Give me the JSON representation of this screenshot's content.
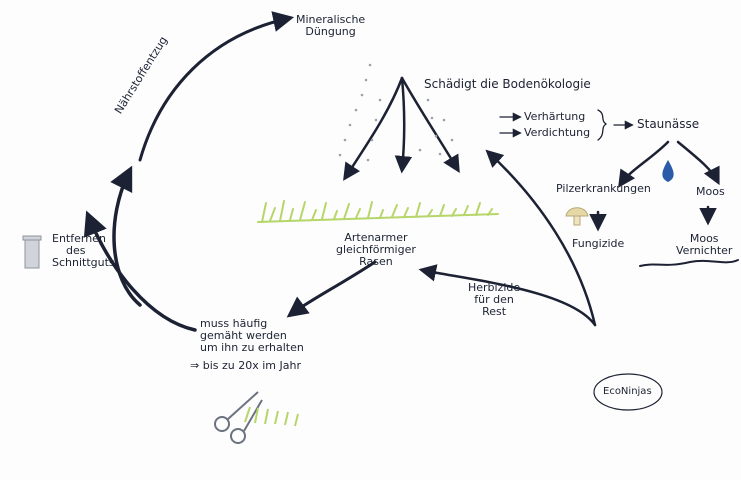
{
  "nodes": {
    "fertilizer": [
      "Mineralische",
      "Düngung"
    ],
    "soil_damage": "Schädigt die Bodenökologie",
    "hardening": "Verhärtung",
    "compaction": "Verdichtung",
    "waterlogging": "Staunässe",
    "fungi": "Pilzerkrankungen",
    "moss": "Moos",
    "fungicides": "Fungizide",
    "moss_killer": [
      "Moos",
      "Vernichter"
    ],
    "lawn": [
      "Artenarmer",
      "gleichförmiger",
      "Rasen"
    ],
    "herbicides": [
      "Herbizide",
      "für den",
      "Rest"
    ],
    "mowing": [
      "muss häufig",
      "gemäht werden",
      "um ihn zu erhalten"
    ],
    "mowing_freq": "⇒ bis zu 20x im Jahr",
    "clippings": [
      "Entfernen",
      "des",
      "Schnittguts"
    ],
    "nutrient_loss": "Nährstoffentzug",
    "logo": "EcoNinjas"
  },
  "colors": {
    "ink": "#1c2233",
    "grass": "#b6d66a",
    "drop": "#2a5aa8",
    "mushroom": "#e6d7a6"
  }
}
